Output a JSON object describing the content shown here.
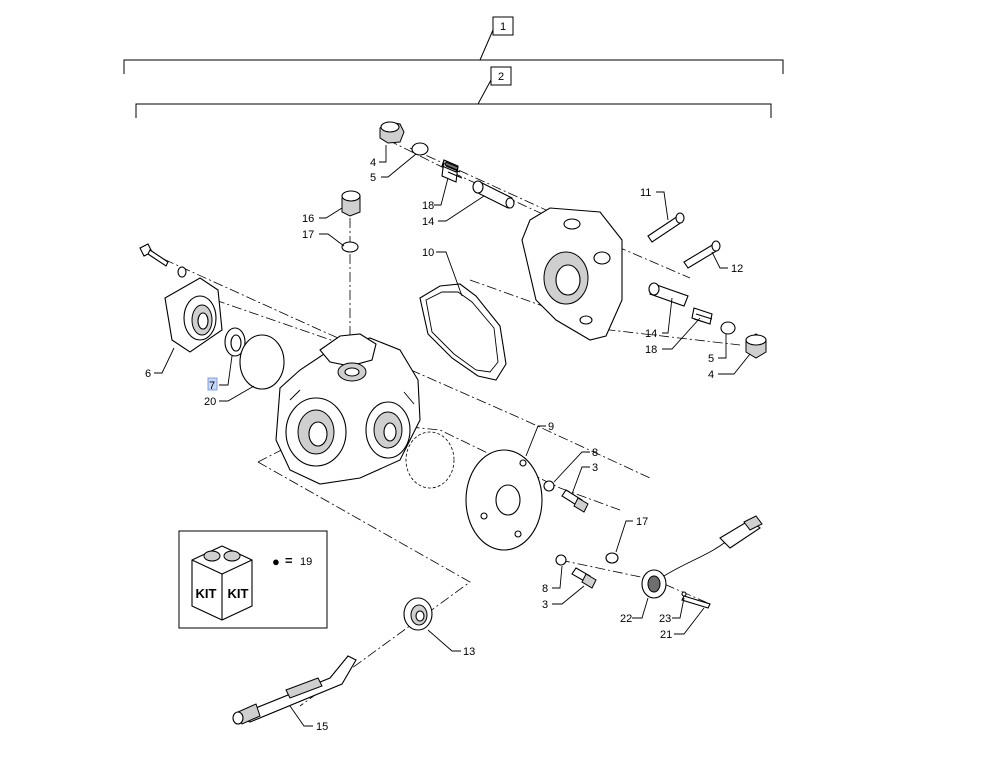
{
  "assembly_boxes": [
    "1",
    "2"
  ],
  "callouts": {
    "c4a": "4",
    "c5a": "5",
    "c18a": "18",
    "c14a": "14",
    "c16": "16",
    "c17a": "17",
    "c10": "10",
    "c11": "11",
    "c12": "12",
    "c14b": "14",
    "c18b": "18",
    "c5b": "5",
    "c4b": "4",
    "c6": "6",
    "c7": "7",
    "c20": "20",
    "c9": "9",
    "c8a": "8",
    "c3a": "3",
    "c17b": "17",
    "c8b": "8",
    "c3b": "3",
    "c22": "22",
    "c23": "23",
    "c21": "21",
    "c13": "13",
    "c15": "15"
  },
  "kit_legend": {
    "label_left": "KIT",
    "label_right": "KIT",
    "marker": "●",
    "equals": "=",
    "ref": "19"
  },
  "highlight_color": "#c8d8f8"
}
